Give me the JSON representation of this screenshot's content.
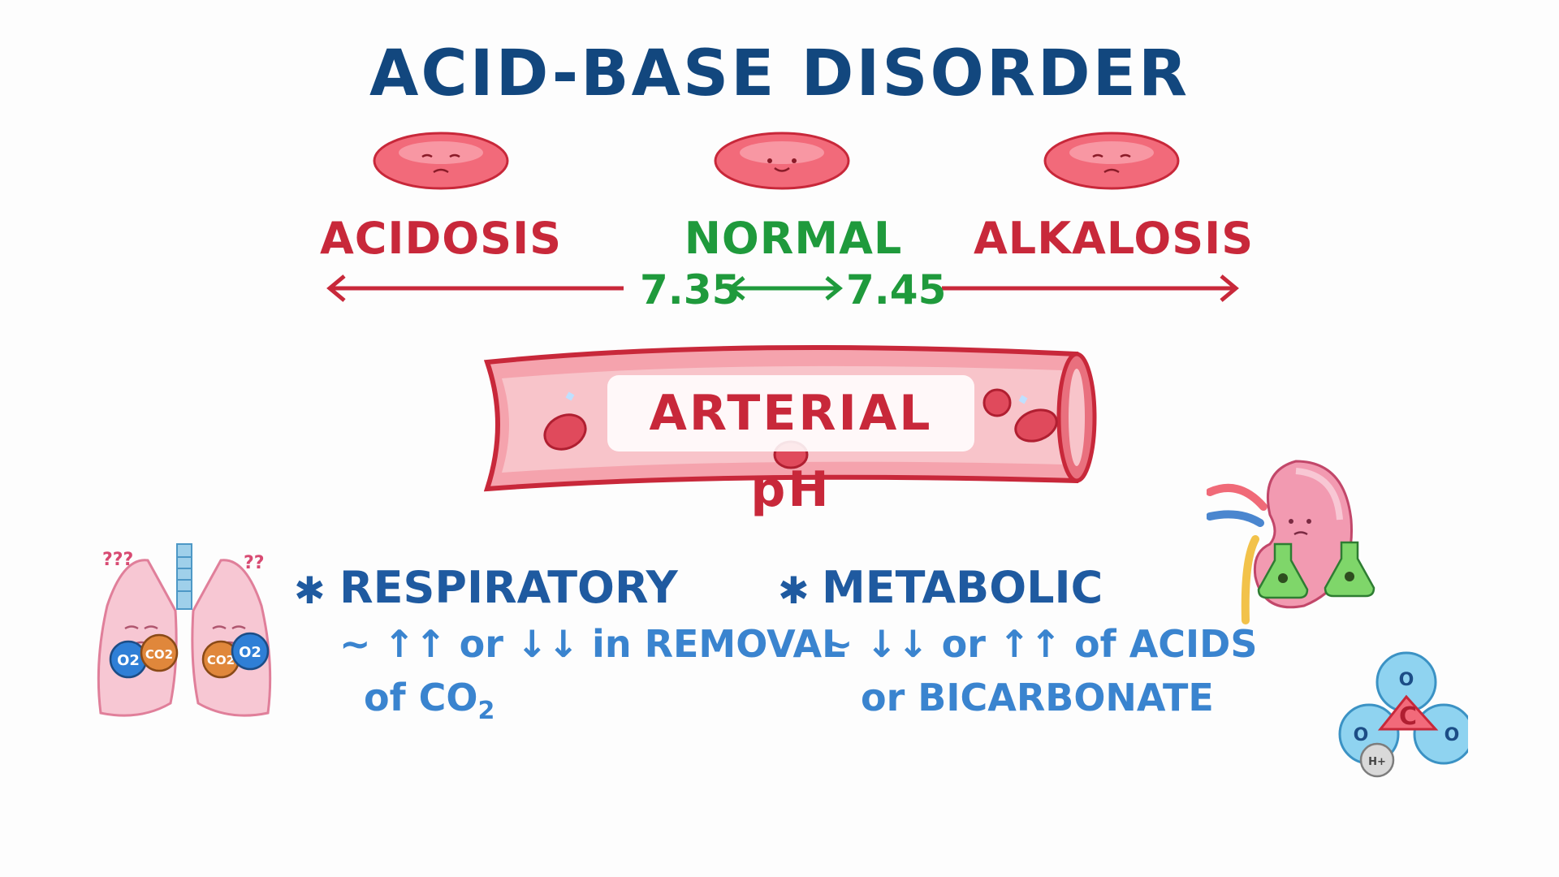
{
  "title": "ACID-BASE DISORDER",
  "scale": {
    "acidosis": "ACIDOSIS",
    "normal": "NORMAL",
    "alkalosis": "ALKALOSIS",
    "low": "7.35",
    "high": "7.45"
  },
  "vessel_label": "ARTERIAL pH",
  "respiratory": {
    "heading": "RESPIRATORY",
    "line1": "~ ↑↑ or ↓↓ in REMOVAL",
    "line2": "of CO",
    "line2_sub": "2"
  },
  "metabolic": {
    "heading": "METABOLIC",
    "line1": "~ ↓↓ or ↑↑ of ACIDS",
    "line2": "or BICARBONATE"
  },
  "lungs": {
    "q_left": "???",
    "q_right": "??",
    "o2": "O2",
    "co2": "CO2",
    "co2_right": "CO2",
    "o2_right": "O2"
  },
  "bicarbonate": {
    "c": "C",
    "o_top": "O",
    "o_left": "O",
    "o_right": "O",
    "h": "H+"
  },
  "colors": {
    "title": "#12477e",
    "red": "#c8283a",
    "green": "#1f9a3c",
    "blue": "#1f5aa0"
  }
}
